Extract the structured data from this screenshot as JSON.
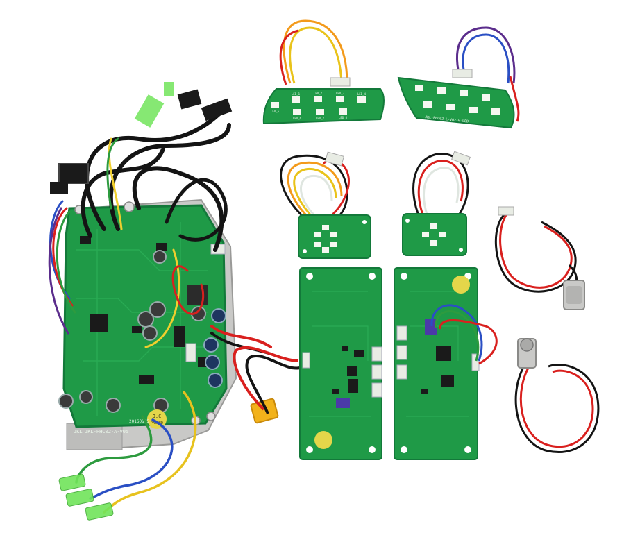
{
  "colors": {
    "background": "#ffffff",
    "pcb_green": "#1f9a47",
    "pcb_dark": "#13793a",
    "pad_white": "#e9efe6",
    "metal": "#c9c9c7",
    "wire_black": "#141414",
    "wire_red": "#d9201e",
    "wire_orange": "#f39a1b",
    "wire_yellow": "#f0cf2e",
    "wire_blue": "#2a4fc4",
    "wire_green": "#2d9b3f",
    "wire_purple": "#5b2d8c",
    "connector_yellow": "#f2b21b",
    "terminal_green": "#71e45a",
    "qc_sticker": "#e4d64a"
  },
  "labels": {
    "main_board_model": "JKL-PHC02-A-V05",
    "main_board_date": "20160805",
    "main_board_brand": "JKL",
    "qc_text": "Q.C",
    "qc_passed": "PASSED",
    "led_left_marks": [
      "LED_1",
      "LED_2",
      "LED_3",
      "LED_4",
      "LED_5",
      "LED_6",
      "LED_7",
      "LED_8"
    ],
    "led_right_code": "JKL-PHC02-L-V02-B-LED"
  }
}
